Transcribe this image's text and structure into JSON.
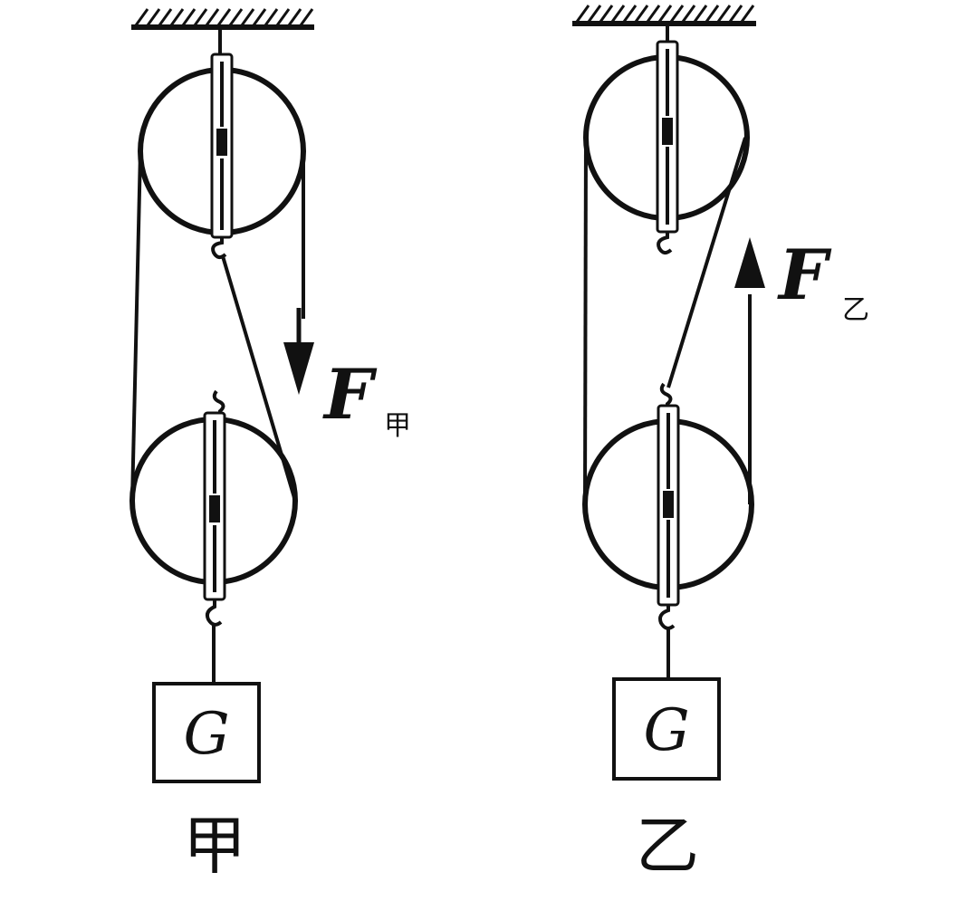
{
  "figures": [
    {
      "id": "jia",
      "caption": "甲",
      "force_label": "F",
      "force_subscript": "甲",
      "force_direction": "down",
      "load_label": "G"
    },
    {
      "id": "yi",
      "caption": "乙",
      "force_label": "F",
      "force_subscript": "乙",
      "force_direction": "up",
      "load_label": "G"
    }
  ],
  "colors": {
    "ink": "#111111",
    "background": "#ffffff"
  }
}
